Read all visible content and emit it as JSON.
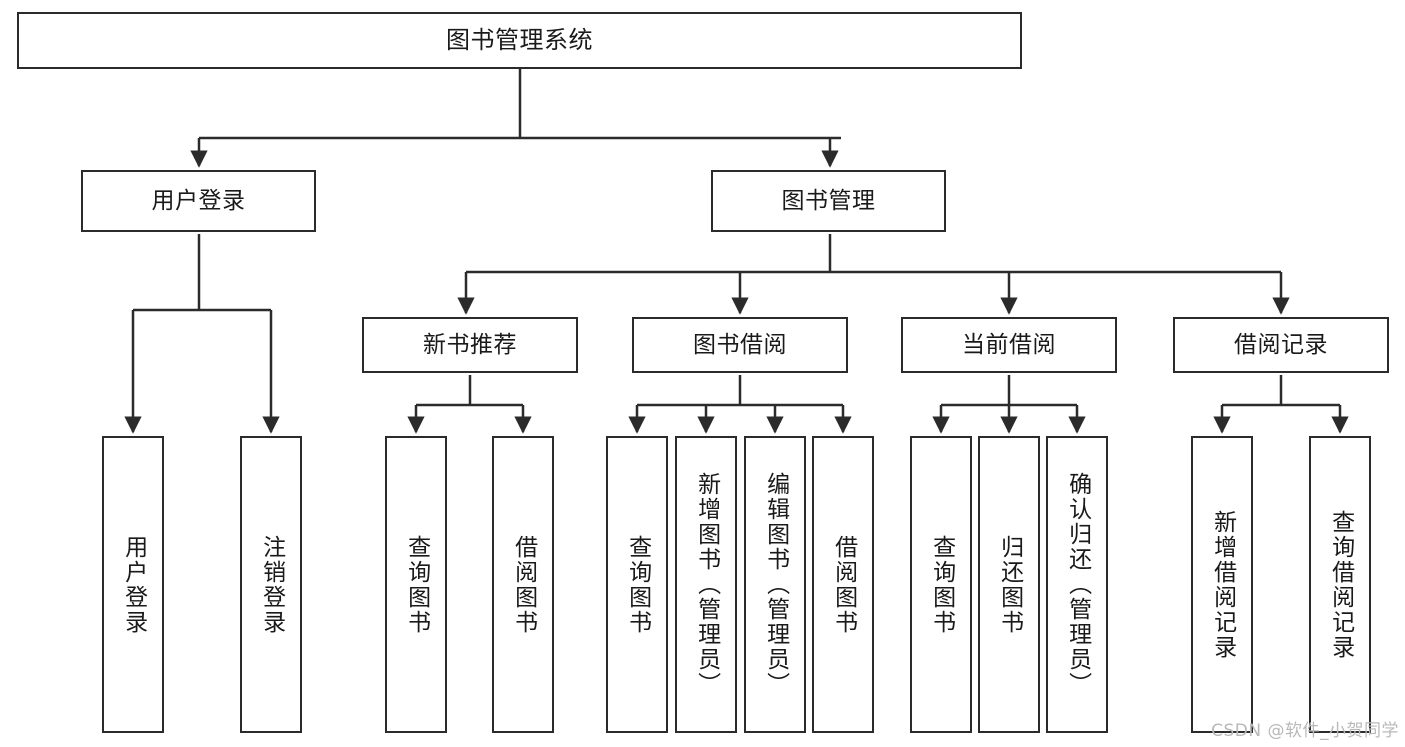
{
  "diagram": {
    "title": "图书管理系统",
    "type": "functional-structure-tree",
    "watermark": "CSDN @软件_小贺同学",
    "colors": {
      "background": "#ffffff",
      "node_border": "#2b2b2b",
      "node_fill": "#ffffff",
      "edge": "#2b2b2b",
      "text": "#1a1a1a",
      "watermark": "#b9b9b9"
    }
  },
  "nodes": {
    "root": {
      "label": "图书管理系统"
    },
    "level2": [
      {
        "id": "user-login",
        "label": "用户登录"
      },
      {
        "id": "book-manage",
        "label": "图书管理"
      }
    ],
    "level3": [
      {
        "id": "new-book-recommend",
        "label": "新书推荐"
      },
      {
        "id": "book-borrow",
        "label": "图书借阅"
      },
      {
        "id": "current-borrow",
        "label": "当前借阅"
      },
      {
        "id": "borrow-record",
        "label": "借阅记录"
      }
    ],
    "leaves": {
      "user-login": [
        {
          "id": "leaf-user-login",
          "label": "用户登录"
        },
        {
          "id": "leaf-logout-login",
          "label": "注销登录"
        }
      ],
      "new-book-recommend": [
        {
          "id": "leaf-query-book-1",
          "label": "查询图书"
        },
        {
          "id": "leaf-borrow-book-1",
          "label": "借阅图书"
        }
      ],
      "book-borrow": [
        {
          "id": "leaf-query-book-2",
          "label": "查询图书"
        },
        {
          "id": "leaf-add-book",
          "label": "新增图书（管理员）"
        },
        {
          "id": "leaf-edit-book",
          "label": "编辑图书（管理员）"
        },
        {
          "id": "leaf-borrow-book-2",
          "label": "借阅图书"
        }
      ],
      "current-borrow": [
        {
          "id": "leaf-query-book-3",
          "label": "查询图书"
        },
        {
          "id": "leaf-return-book",
          "label": "归还图书"
        },
        {
          "id": "leaf-confirm-return",
          "label": "确认归还（管理员）"
        }
      ],
      "borrow-record": [
        {
          "id": "leaf-add-record",
          "label": "新增借阅记录"
        },
        {
          "id": "leaf-query-record",
          "label": "查询借阅记录"
        }
      ]
    }
  }
}
